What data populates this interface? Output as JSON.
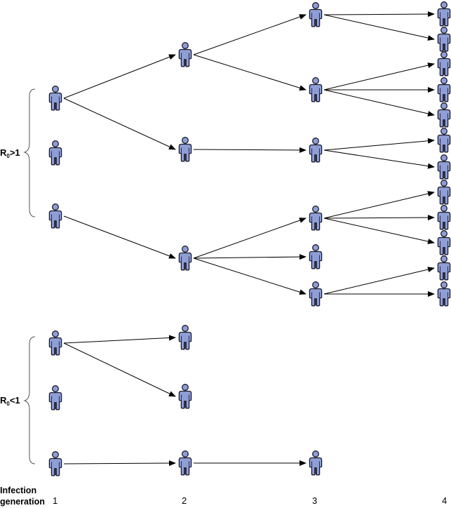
{
  "colors": {
    "person_fill": "#8f9fd6",
    "person_stroke": "#1a1a2e",
    "arrow": "#000000",
    "brace": "#555555"
  },
  "icon": "person-icon",
  "groups": [
    {
      "label_main": "R",
      "label_sub": "0",
      "label_rest": ">1"
    },
    {
      "label_main": "R",
      "label_sub": "0",
      "label_rest": "<1"
    }
  ],
  "axis": {
    "title_line1": "Infection",
    "title_line2": "generation",
    "generations": [
      "1",
      "2",
      "3",
      "4"
    ]
  },
  "tree": {
    "nodes": [
      {
        "id": "a1",
        "gen": 1,
        "group": 0
      },
      {
        "id": "a2",
        "gen": 1,
        "group": 0
      },
      {
        "id": "a3",
        "gen": 1,
        "group": 0
      },
      {
        "id": "b1",
        "gen": 2,
        "group": 0
      },
      {
        "id": "b2",
        "gen": 2,
        "group": 0
      },
      {
        "id": "b3",
        "gen": 2,
        "group": 0
      },
      {
        "id": "c1",
        "gen": 3,
        "group": 0
      },
      {
        "id": "c2",
        "gen": 3,
        "group": 0
      },
      {
        "id": "c3",
        "gen": 3,
        "group": 0
      },
      {
        "id": "c4",
        "gen": 3,
        "group": 0
      },
      {
        "id": "c5",
        "gen": 3,
        "group": 0
      },
      {
        "id": "c6",
        "gen": 3,
        "group": 0
      },
      {
        "id": "d1",
        "gen": 4,
        "group": 0
      },
      {
        "id": "d2",
        "gen": 4,
        "group": 0
      },
      {
        "id": "d3",
        "gen": 4,
        "group": 0
      },
      {
        "id": "d4",
        "gen": 4,
        "group": 0
      },
      {
        "id": "d5",
        "gen": 4,
        "group": 0
      },
      {
        "id": "d6",
        "gen": 4,
        "group": 0
      },
      {
        "id": "d7",
        "gen": 4,
        "group": 0
      },
      {
        "id": "d8",
        "gen": 4,
        "group": 0
      },
      {
        "id": "d9",
        "gen": 4,
        "group": 0
      },
      {
        "id": "d10",
        "gen": 4,
        "group": 0
      },
      {
        "id": "d11",
        "gen": 4,
        "group": 0
      },
      {
        "id": "d12",
        "gen": 4,
        "group": 0
      },
      {
        "id": "e1",
        "gen": 1,
        "group": 1
      },
      {
        "id": "e2",
        "gen": 1,
        "group": 1
      },
      {
        "id": "e3",
        "gen": 1,
        "group": 1
      },
      {
        "id": "f1",
        "gen": 2,
        "group": 1
      },
      {
        "id": "f2",
        "gen": 2,
        "group": 1
      },
      {
        "id": "f3",
        "gen": 2,
        "group": 1
      },
      {
        "id": "g1",
        "gen": 3,
        "group": 1
      }
    ],
    "edges": [
      [
        "a1",
        "b1"
      ],
      [
        "a1",
        "b2"
      ],
      [
        "a3",
        "b3"
      ],
      [
        "b1",
        "c1"
      ],
      [
        "b1",
        "c2"
      ],
      [
        "b2",
        "c3"
      ],
      [
        "b3",
        "c4"
      ],
      [
        "b3",
        "c5"
      ],
      [
        "b3",
        "c6"
      ],
      [
        "c1",
        "d1"
      ],
      [
        "c1",
        "d2"
      ],
      [
        "c2",
        "d3"
      ],
      [
        "c2",
        "d4"
      ],
      [
        "c2",
        "d5"
      ],
      [
        "c3",
        "d6"
      ],
      [
        "c3",
        "d7"
      ],
      [
        "c4",
        "d8"
      ],
      [
        "c4",
        "d9"
      ],
      [
        "c4",
        "d10"
      ],
      [
        "c6",
        "d11"
      ],
      [
        "c6",
        "d12"
      ],
      [
        "e1",
        "f1"
      ],
      [
        "e1",
        "f2"
      ],
      [
        "e3",
        "f3"
      ],
      [
        "f3",
        "g1"
      ]
    ]
  }
}
